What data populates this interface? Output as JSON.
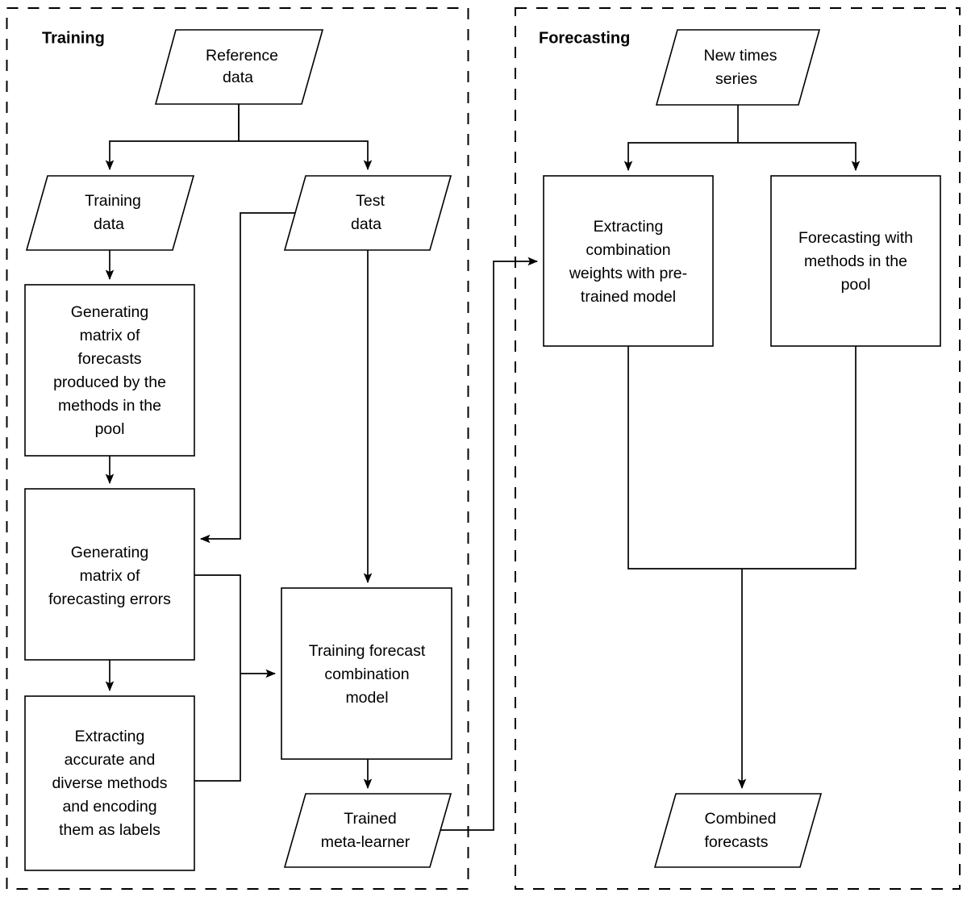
{
  "diagram": {
    "title_hidden": "",
    "groups": [
      {
        "id": "training",
        "label": "Training"
      },
      {
        "id": "forecasting",
        "label": "Forecasting"
      }
    ],
    "nodes": {
      "reference_data": {
        "label": "Reference data",
        "lines": [
          "Reference",
          "data"
        ],
        "shape": "parallelogram"
      },
      "training_data": {
        "label": "Training data",
        "lines": [
          "Training",
          "data"
        ],
        "shape": "parallelogram"
      },
      "test_data": {
        "label": "Test data",
        "lines": [
          "Test",
          "data"
        ],
        "shape": "parallelogram"
      },
      "gen_forecast_matrix": {
        "label": "Generating matrix of forecasts produced by the methods in the pool",
        "lines": [
          "Generating",
          "matrix of",
          "forecasts",
          "produced by the",
          "methods in the",
          "pool"
        ],
        "shape": "process"
      },
      "gen_error_matrix": {
        "label": "Generating matrix of forecasting errors",
        "lines": [
          "Generating",
          "matrix of",
          "forecasting errors"
        ],
        "shape": "process"
      },
      "extract_methods": {
        "label": "Extracting accurate and diverse methods and encoding them as labels",
        "lines": [
          "Extracting",
          "accurate and",
          "diverse methods",
          "and encoding",
          "them as labels"
        ],
        "shape": "process"
      },
      "train_combination_model": {
        "label": "Training forecast combination model",
        "lines": [
          "Training forecast",
          "combination",
          "model"
        ],
        "shape": "process"
      },
      "trained_meta_learner": {
        "label": "Trained meta-learner",
        "lines": [
          "Trained",
          "meta-learner"
        ],
        "shape": "parallelogram"
      },
      "new_times_series": {
        "label": "New times series",
        "lines": [
          "New times",
          "series"
        ],
        "shape": "parallelogram"
      },
      "extract_weights": {
        "label": "Extracting combination weights with pre-trained model",
        "lines": [
          "Extracting",
          "combination",
          "weights with pre-",
          "trained model"
        ],
        "shape": "process"
      },
      "forecast_with_pool": {
        "label": "Forecasting with methods in the pool",
        "lines": [
          "Forecasting with",
          "methods in the",
          "pool"
        ],
        "shape": "process"
      },
      "combined_forecasts": {
        "label": "Combined forecasts",
        "lines": [
          "Combined",
          "forecasts"
        ],
        "shape": "parallelogram"
      }
    },
    "edges": [
      {
        "from": "reference_data",
        "to": "training_data"
      },
      {
        "from": "reference_data",
        "to": "test_data"
      },
      {
        "from": "training_data",
        "to": "gen_forecast_matrix"
      },
      {
        "from": "gen_forecast_matrix",
        "to": "gen_error_matrix"
      },
      {
        "from": "test_data",
        "to": "gen_error_matrix"
      },
      {
        "from": "test_data",
        "to": "train_combination_model"
      },
      {
        "from": "gen_error_matrix",
        "to": "extract_methods"
      },
      {
        "from": "gen_error_matrix",
        "to": "train_combination_model"
      },
      {
        "from": "extract_methods",
        "to": "train_combination_model"
      },
      {
        "from": "train_combination_model",
        "to": "trained_meta_learner"
      },
      {
        "from": "trained_meta_learner",
        "to": "extract_weights"
      },
      {
        "from": "new_times_series",
        "to": "extract_weights"
      },
      {
        "from": "new_times_series",
        "to": "forecast_with_pool"
      },
      {
        "from": "extract_weights",
        "to": "combined_forecasts"
      },
      {
        "from": "forecast_with_pool",
        "to": "combined_forecasts"
      }
    ],
    "colors": {
      "stroke": "#000000",
      "fill": "#ffffff",
      "background": "#ffffff"
    }
  }
}
